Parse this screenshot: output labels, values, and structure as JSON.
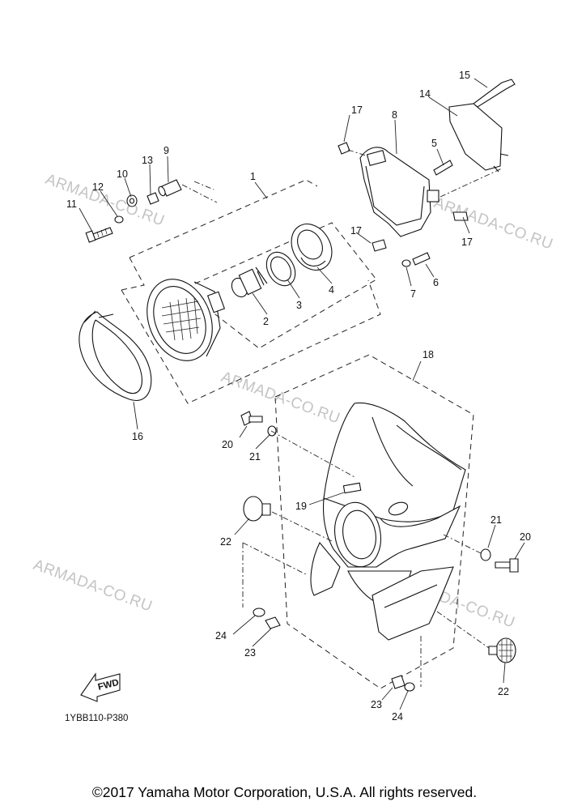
{
  "watermark": "ARMADA-CO.RU",
  "diagram_code": "1YBB110-P380",
  "fwd_label": "FWD",
  "copyright": "©2017 Yamaha Motor Corporation, U.S.A. All rights reserved.",
  "callouts": {
    "c1": "1",
    "c2": "2",
    "c3": "3",
    "c4": "4",
    "c5": "5",
    "c6": "6",
    "c7": "7",
    "c8": "8",
    "c9": "9",
    "c10": "10",
    "c11": "11",
    "c12": "12",
    "c13": "13",
    "c14": "14",
    "c15": "15",
    "c16": "16",
    "c17a": "17",
    "c17b": "17",
    "c17c": "17",
    "c18": "18",
    "c19": "19",
    "c20a": "20",
    "c20b": "20",
    "c21a": "21",
    "c21b": "21",
    "c22a": "22",
    "c22b": "22",
    "c23a": "23",
    "c23b": "23",
    "c24a": "24",
    "c24b": "24"
  }
}
